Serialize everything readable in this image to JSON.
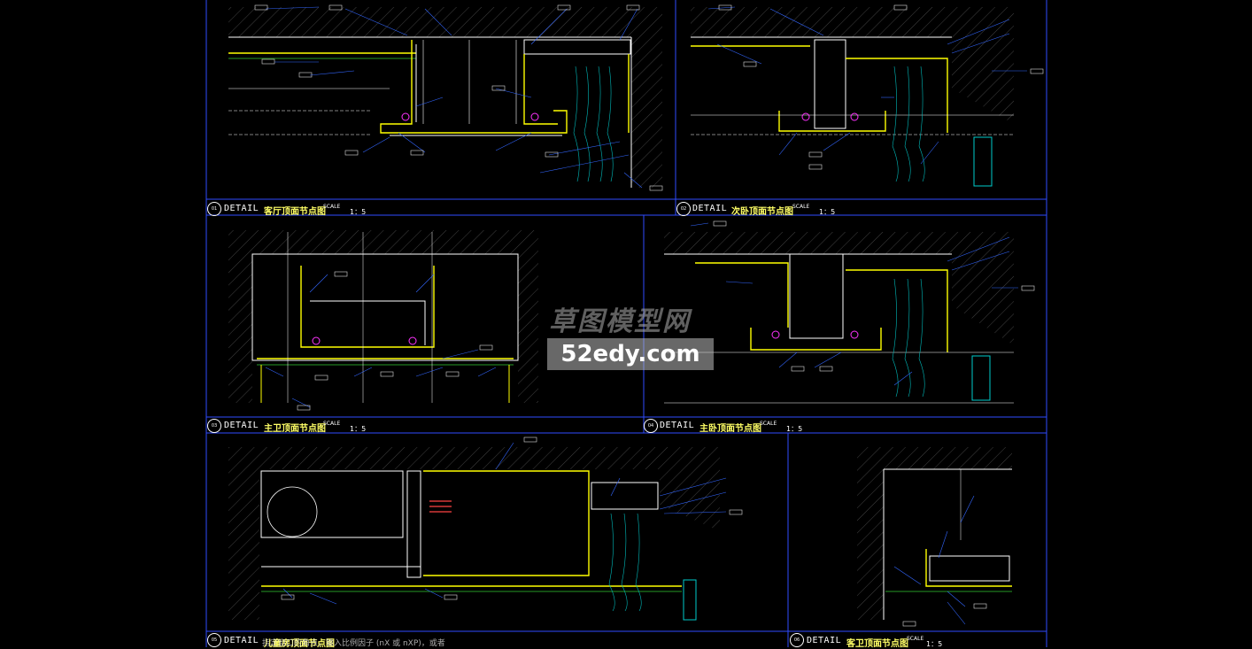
{
  "sheet": {
    "detail_word": "DETAIL",
    "scale_word": "SCALE",
    "panels": [
      {
        "num": "01",
        "title": "客厅顶面节点图",
        "scale": "1：5"
      },
      {
        "num": "02",
        "title": "次卧顶面节点图",
        "scale": "1：5"
      },
      {
        "num": "03",
        "title": "主卫顶面节点图",
        "scale": "1：5"
      },
      {
        "num": "04",
        "title": "主卧顶面节点图",
        "scale": "1：5"
      },
      {
        "num": "05",
        "title": "儿童房顶面节点图",
        "scale": ""
      },
      {
        "num": "06",
        "title": "客卫顶面节点图",
        "scale": "1：5"
      }
    ]
  },
  "command_line": "指定窗口的角点，输入比例因子 (nX 或 nXP)，或者",
  "watermark": {
    "brand": "草图模型网",
    "url": "52edy.com"
  },
  "colors": {
    "background": "#000000",
    "frame": "#3355ff",
    "structure": "#ffffff",
    "ceiling": "#ffff00",
    "green": "#33cc33",
    "hatch": "#7a7a7a",
    "curtain": "#00cccc",
    "light": "#ff33ff",
    "leader": "#3366ff"
  }
}
